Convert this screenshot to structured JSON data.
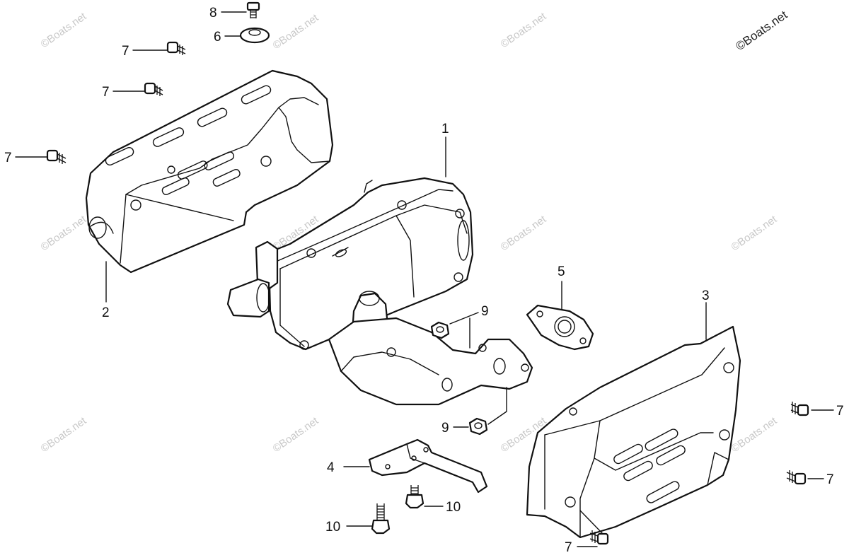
{
  "watermark": {
    "brand": "©Boats.net"
  },
  "callouts": {
    "c1": "1",
    "c2": "2",
    "c3": "3",
    "c4": "4",
    "c5": "5",
    "c6": "6",
    "c7": "7",
    "c8": "8",
    "c9": "9",
    "c10": "10"
  },
  "colors": {
    "line": "#111111",
    "watermark": "#c8c8c8",
    "background": "#ffffff"
  }
}
